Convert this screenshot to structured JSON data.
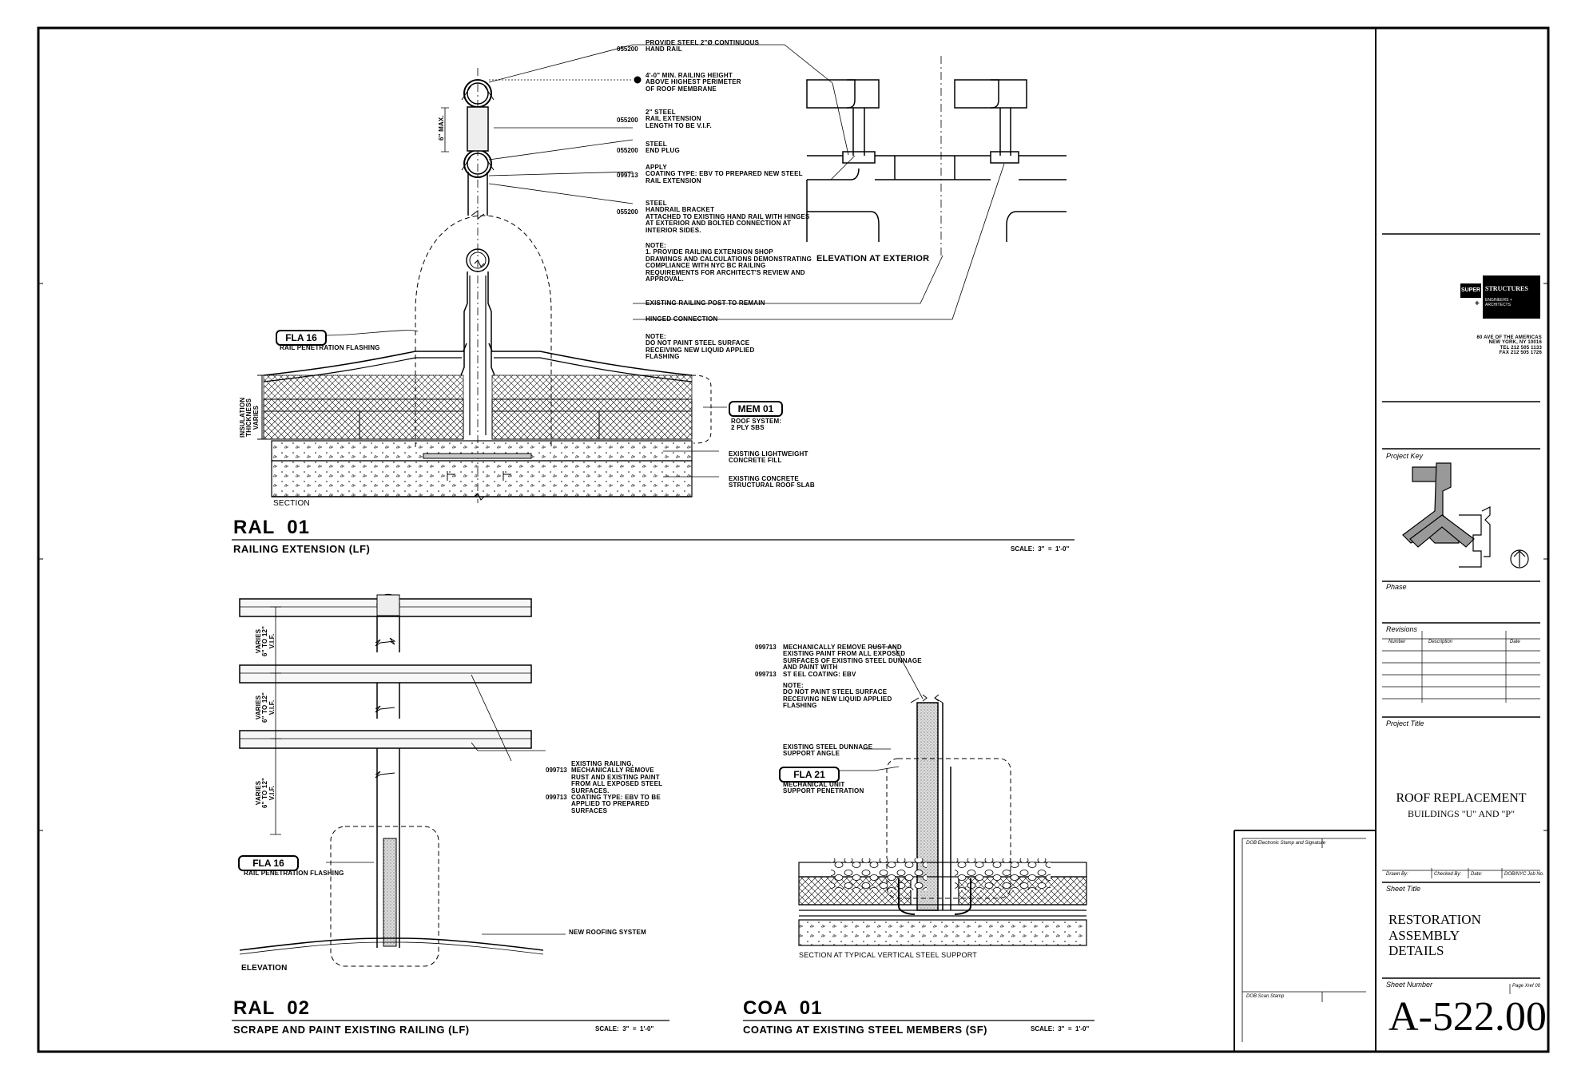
{
  "ral01": {
    "title": "RAL  01",
    "subtitle": "RAILING EXTENSION (LF)",
    "scale": "SCALE:  3\"  =  1'-0\"",
    "notes": [
      {
        "code": "",
        "text": "PROVIDE STEEL 2\"Ø CONTINUOUS"
      },
      {
        "code": "055200",
        "text": "HAND RAIL"
      },
      {
        "code": "",
        "text": "4'-0\" MIN. RAILING HEIGHT\nABOVE HIGHEST PERIMETER\nOF ROOF MEMBRANE"
      },
      {
        "code": "055200",
        "text": "2\" STEEL\nRAIL EXTENSION\nLENGTH TO BE V.I.F."
      },
      {
        "code": "055200",
        "text": "STEEL\nEND PLUG"
      },
      {
        "code": "099713",
        "text": "APPLY\nCOATING TYPE: EBV TO PREPARED NEW STEEL\nRAIL EXTENSION"
      },
      {
        "code": "055200",
        "text": "STEEL\nHANDRAIL BRACKET\nATTACHED TO EXISTING HAND RAIL WITH HINGES\nAT EXTERIOR AND BOLTED CONNECTION AT\nINTERIOR SIDES."
      },
      {
        "code": "",
        "text": "NOTE:\n1. PROVIDE RAILING EXTENSION SHOP\nDRAWINGS AND CALCULATIONS DEMONSTRATING\nCOMPLIANCE WITH NYC BC RAILING\nREQUIREMENTS FOR ARCHITECT'S REVIEW AND\nAPPROVAL."
      },
      {
        "code": "",
        "text": "EXISTING RAILING POST TO REMAIN"
      },
      {
        "code": "",
        "text": "HINGED CONNECTION"
      },
      {
        "code": "",
        "text": "NOTE:\nDO NOT PAINT STEEL SURFACE\nRECEIVING NEW LIQUID APPLIED\nFLASHING"
      }
    ],
    "dim_max": "6\" MAX.",
    "insulation": "INSULATION\nTHICKNESS\nVARIES",
    "fla_tag": "FLA 16",
    "fla_text": "RAIL PENETRATION FLASHING",
    "mem_tag": "MEM 01",
    "mem_text": "ROOF SYSTEM:\n2 PLY SBS",
    "concrete_fill": "EXISTING LIGHTWEIGHT\nCONCRETE FILL",
    "concrete_slab": "EXISTING CONCRETE\nSTRUCTURAL ROOF SLAB",
    "section_label": "SECTION",
    "elev_label": "ELEVATION AT EXTERIOR"
  },
  "ral02": {
    "title": "RAL  02",
    "subtitle": "SCRAPE AND PAINT EXISTING RAILING (LF)",
    "scale": "SCALE:  3\"  =  1'-0\"",
    "dims": [
      "VARIES\n6\" TO 12\"\nV.I.F.",
      "VARIES\n6\" TO 12\"\nV.I.F.",
      "VARIES\n6\" TO 12\"\nV.I.F."
    ],
    "notes": "EXISTING RAILING,\nMECHANICALLY REMOVE\nRUST AND EXISTING PAINT\nFROM ALL EXPOSED STEEL\nSURFACES.\nCOATING TYPE: EBV TO BE\nAPPLIED TO PREPARED\nSURFACES",
    "codes": "\n099713\n\n\n\n099713",
    "fla_tag": "FLA 16",
    "fla_text": "RAIL PENETRATION FLASHING",
    "new_roof": "NEW ROOFING SYSTEM",
    "elev_label": "ELEVATION"
  },
  "coa01": {
    "title": "COA  01",
    "subtitle": "COATING AT EXISTING STEEL MEMBERS (SF)",
    "scale": "SCALE:  3\"  =  1'-0\"",
    "notes": "MECHANICALLY REMOVE RUST AND\nEXISTING PAINT FROM ALL EXPOSED\nSURFACES OF EXISTING STEEL DUNNAGE\nAND PAINT WITH\nST EEL COATING: EBV",
    "codes": "099713\n\n\n\n099713",
    "note2": "NOTE:\nDO NOT PAINT STEEL SURFACE\nRECEIVING NEW LIQUID APPLIED\nFLASHING",
    "dunnage": "EXISTING STEEL DUNNAGE\nSUPPORT ANGLE",
    "fla_tag": "FLA 21",
    "fla_text": "MECHANICAL UNIT\nSUPPORT PENETRATION",
    "section_label": "SECTION AT TYPICAL VERTICAL STEEL SUPPORT"
  },
  "titleblock": {
    "logo_left": "SUPER",
    "logo_right": "STRUCTURES",
    "logo_sub": "ENGINEERS +\nARCHITECTS",
    "address": "60 AVE OF THE AMERICAS\nNEW YORK, NY 10016\nTEL 212 505 1133\nFAX 212 505 1726",
    "project_key": "Project Key",
    "phase": "Phase",
    "revisions": "Revisions",
    "rev_headers": [
      "Number",
      "Description",
      "Date"
    ],
    "project_title_label": "Project Title",
    "project_title": "ROOF REPLACEMENT",
    "project_subtitle": "BUILDINGS \"U\" AND \"P\"",
    "meta_labels": [
      "Drawn By:",
      "Checked By:",
      "Date:",
      "DOB/NYC Job No."
    ],
    "sheet_title_label": "Sheet Title",
    "sheet_title": "RESTORATION\nASSEMBLY\nDETAILS",
    "sheet_number_label": "Sheet Number",
    "page_label": "Page Xref 00",
    "sheet_number": "A-522.00",
    "dob_stamp": "DOB Electronic Stamp and Signature",
    "dob_scan": "DOB Scan Stamp"
  }
}
